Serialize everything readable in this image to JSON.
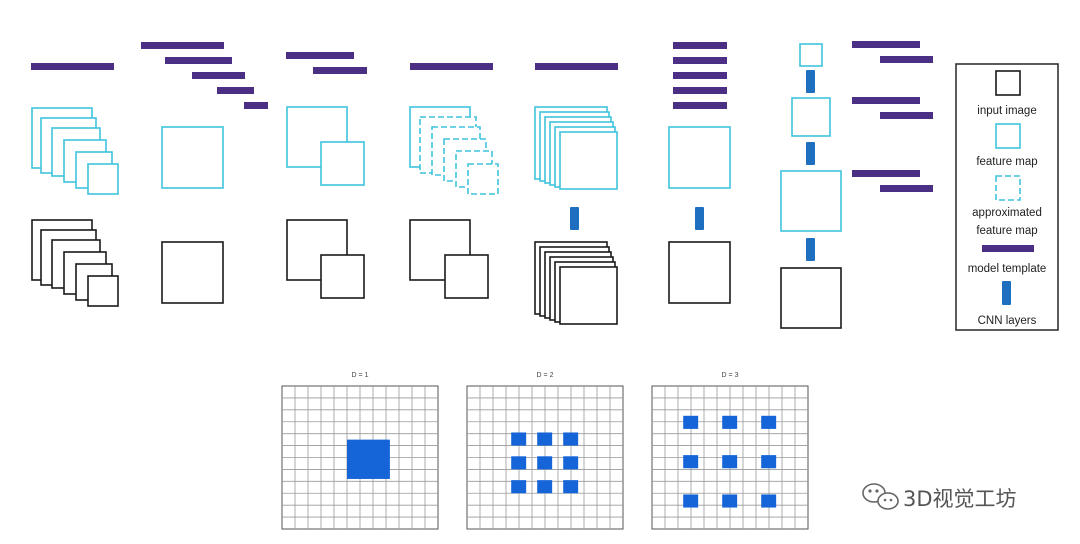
{
  "colors": {
    "input": "#1a1a1a",
    "feature": "#3fc4dc",
    "template": "#4a2f85",
    "cnn": "#1f6fc0",
    "grid_line": "#9a9a9a",
    "grid_cell": "#1565d8"
  },
  "legend": {
    "input_image": "input image",
    "feature_map": "feature map",
    "approx_line1": "approximated",
    "approx_line2": "feature map",
    "model_template": "model template",
    "cnn_layers": "CNN layers"
  },
  "dilation": {
    "grid_size": 12,
    "panels": [
      {
        "label": "D = 1",
        "dilation": 1
      },
      {
        "label": "D = 2",
        "dilation": 2
      },
      {
        "label": "D = 3",
        "dilation": 3
      }
    ]
  },
  "watermark": "3D视觉工坊"
}
